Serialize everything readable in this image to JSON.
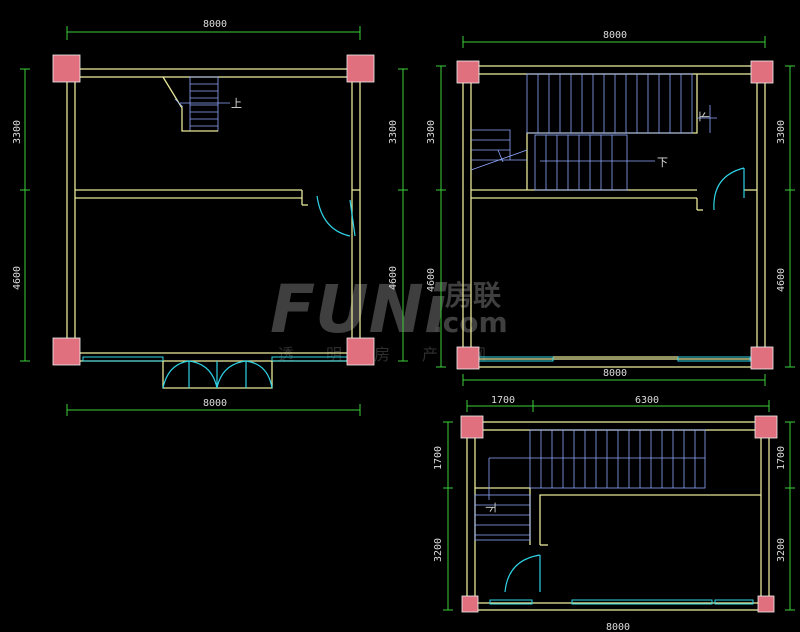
{
  "plans": [
    {
      "name": "plan-left",
      "dims": {
        "top": "8000",
        "bottom": "8000",
        "left_upper": "3300",
        "left_lower": "4600",
        "right_upper": "3300",
        "right_lower": "4600"
      },
      "stair_label": "上"
    },
    {
      "name": "plan-right",
      "dims": {
        "top": "8000",
        "bottom": "8000",
        "left_upper": "3300",
        "left_lower": "4600",
        "right_upper": "3300",
        "right_lower": "4600"
      },
      "stair_label_upper": "下",
      "stair_label_lower": "下"
    },
    {
      "name": "plan-bottom",
      "dims": {
        "top_left": "1700",
        "top_right": "6300",
        "bottom": "8000",
        "left_upper": "1700",
        "left_lower": "3200",
        "right_upper": "1700",
        "right_lower": "3200"
      },
      "stair_label": "下"
    }
  ],
  "watermark": {
    "logo": "FUNi",
    "brand": "房联",
    "domain": ".com",
    "tagline": "透明房产网"
  },
  "colors": {
    "background": "#000000",
    "wall": "#e8e89a",
    "dimension": "#3bd13b",
    "stair": "#8fa8ff",
    "door": "#2fd3e6",
    "column": "#e0707d"
  }
}
